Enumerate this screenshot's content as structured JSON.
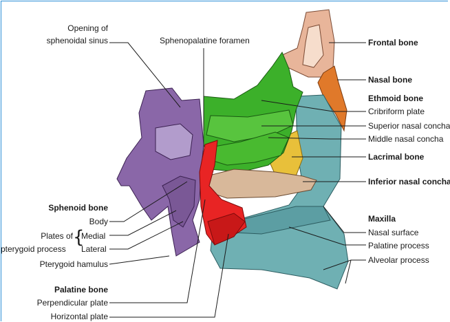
{
  "labels": {
    "opening_of": "Opening of",
    "sphenoidal_sinus": "sphenoidal sinus",
    "sphenopalatine_foramen": "Sphenopalatine foramen",
    "frontal_bone": "Frontal bone",
    "nasal_bone": "Nasal bone",
    "ethmoid_bone": "Ethmoid bone",
    "cribriform_plate": "Cribriform plate",
    "superior_nasal_concha": "Superior nasal concha",
    "middle_nasal_concha": "Middle nasal concha",
    "lacrimal_bone": "Lacrimal bone",
    "inferior_nasal_concha": "Inferior nasal concha",
    "maxilla": "Maxilla",
    "nasal_surface": "Nasal surface",
    "palatine_process": "Palatine process",
    "alveolar_process": "Alveolar process",
    "sphenoid_bone": "Sphenoid bone",
    "body": "Body",
    "plates_of": "Plates of",
    "pterygoid_process": "pterygoid process",
    "medial": "Medial",
    "lateral": "Lateral",
    "pterygoid_hamulus": "Pterygoid hamulus",
    "palatine_bone": "Palatine bone",
    "perpendicular_plate": "Perpendicular plate",
    "horizontal_plate": "Horizontal plate"
  },
  "colors": {
    "frontal_bone": "#e8b59a",
    "nasal_bone": "#e0792a",
    "ethmoid_bone": "#3cb02a",
    "lacrimal_bone": "#e8c03a",
    "inferior_nasal_concha": "#d8b89a",
    "maxilla": "#6fb0b3",
    "sphenoid_bone": "#8a67a8",
    "palatine_bone": "#e82424",
    "frame": "#2b8fd6"
  }
}
